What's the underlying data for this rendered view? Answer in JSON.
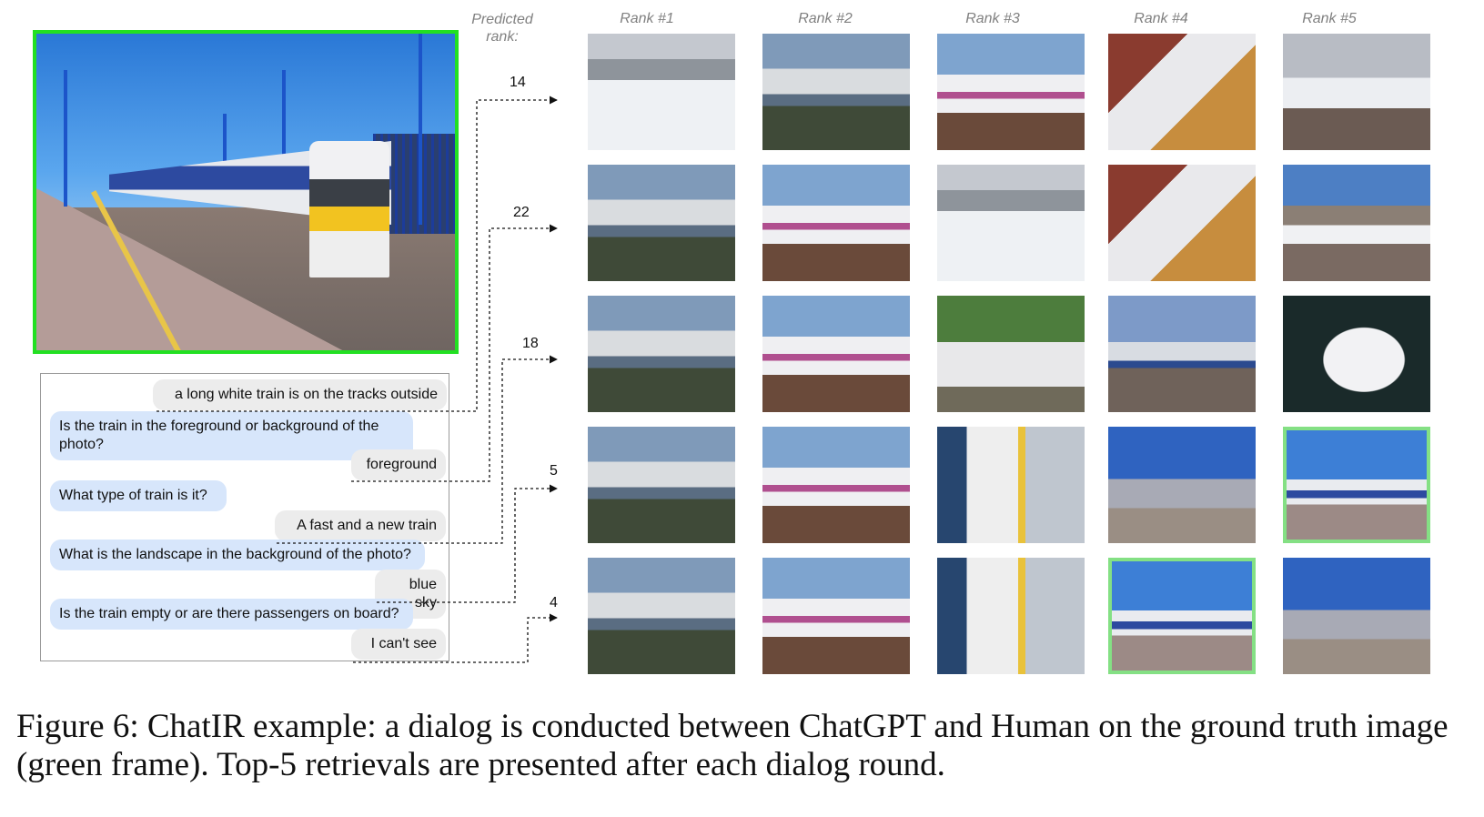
{
  "figure": {
    "caption": "Figure 6: ChatIR example: a dialog is conducted between ChatGPT and Human on the ground truth image (green frame). Top-5 retrievals are presented after each dialog round.",
    "ground_truth_frame_color": "#22e022",
    "retrieval_highlight_color": "#84e084"
  },
  "header": {
    "predicted_rank_label": "Predicted rank:",
    "ranks": [
      "Rank #1",
      "Rank #2",
      "Rank #3",
      "Rank #4",
      "Rank #5"
    ]
  },
  "dialog": [
    {
      "speaker": "human",
      "text": "a long white train is on the tracks outside"
    },
    {
      "speaker": "chatgpt",
      "text": "Is the train in the foreground or background of the photo?"
    },
    {
      "speaker": "human",
      "text": "foreground"
    },
    {
      "speaker": "chatgpt",
      "text": "What type of train is it?"
    },
    {
      "speaker": "human",
      "text": "A fast and a new train"
    },
    {
      "speaker": "chatgpt",
      "text": "What is the landscape in the background of the photo?"
    },
    {
      "speaker": "human",
      "text": "blue sky"
    },
    {
      "speaker": "chatgpt",
      "text": "Is the train empty or are there passengers on board?"
    },
    {
      "speaker": "human",
      "text": "I can't see"
    }
  ],
  "rows": [
    {
      "predicted_rank": "14",
      "thumbs": [
        "snow-bullet-train",
        "blurred-train",
        "white-purple-train",
        "white-bullet-train-station",
        "white-train-tracks"
      ],
      "ground_truth_column": null
    },
    {
      "predicted_rank": "22",
      "thumbs": [
        "blurred-train",
        "white-purple-train",
        "snow-bullet-train",
        "white-bullet-train-station",
        "green-white-train"
      ],
      "ground_truth_column": null
    },
    {
      "predicted_rank": "18",
      "thumbs": [
        "blurred-train",
        "white-purple-train",
        "twin-trains-forest",
        "blue-white-train-fence",
        "bullet-train-dark"
      ],
      "ground_truth_column": null
    },
    {
      "predicted_rank": "5",
      "thumbs": [
        "blurred-train",
        "white-purple-train",
        "yellow-nose-train",
        "agv-train",
        "ground-truth-train"
      ],
      "ground_truth_column": 5
    },
    {
      "predicted_rank": "4",
      "thumbs": [
        "blurred-train",
        "white-purple-train",
        "yellow-nose-train",
        "ground-truth-train",
        "agv-train"
      ],
      "ground_truth_column": 4
    }
  ]
}
